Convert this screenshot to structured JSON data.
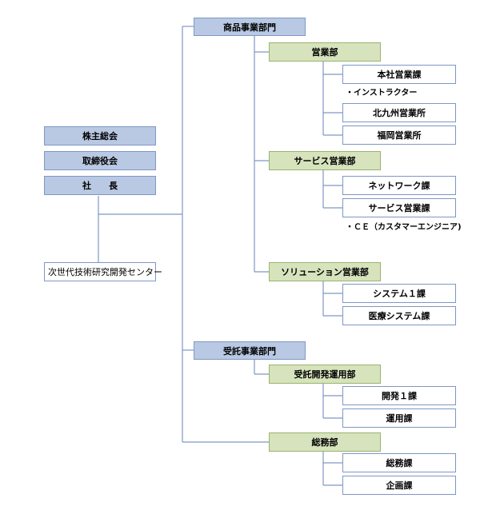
{
  "left_column": {
    "shareholders_meeting": "株主総会",
    "board_of_directors": "取締役会",
    "president": "社　　長",
    "rd_center": "次世代技術研究開発センター"
  },
  "product_division": {
    "label": "商品事業部門",
    "sales_dept": {
      "label": "営業部",
      "sections": [
        "本社営業課",
        "北九州営業所",
        "福岡営業所"
      ],
      "note": "・インストラクター"
    },
    "service_sales_dept": {
      "label": "サービス営業部",
      "sections": [
        "ネットワーク課",
        "サービス営業課"
      ],
      "note": "・ＣＥ（カスタマーエンジニア)"
    },
    "solution_sales_dept": {
      "label": "ソリューション営業部",
      "sections": [
        "システム１課",
        "医療システム課"
      ]
    }
  },
  "contract_division": {
    "label": "受託事業部門",
    "dev_ops_dept": {
      "label": "受託開発運用部",
      "sections": [
        "開発１課",
        "運用課"
      ]
    }
  },
  "general_affairs": {
    "label": "総務部",
    "sections": [
      "総務課",
      "企画課"
    ]
  },
  "colors": {
    "division_fill": "#b9c9e3",
    "department_fill": "#d6e3bc",
    "line": "#7f97c4"
  }
}
